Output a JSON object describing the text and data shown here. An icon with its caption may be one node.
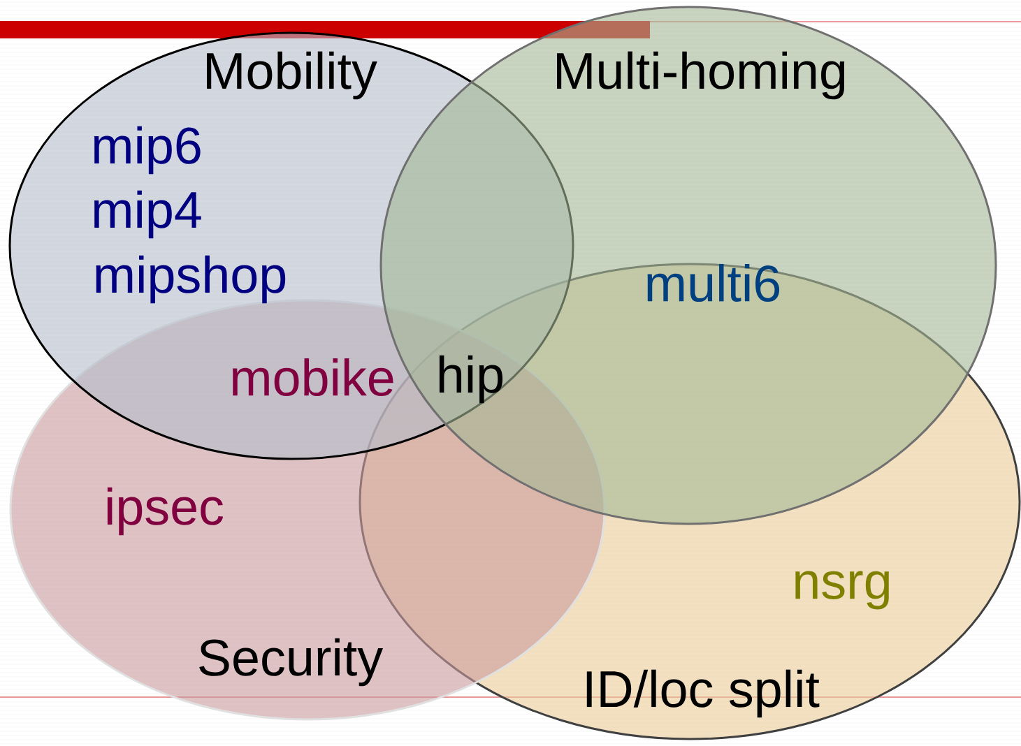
{
  "diagram": {
    "nodes": [
      {
        "text": [
          "Mobility"
        ]
      },
      {
        "text": [
          "Multi-homing"
        ]
      },
      {
        "text": [
          "Security"
        ]
      },
      {
        "text": [
          "ID/loc split"
        ]
      }
    ],
    "labels": [
      "mip6",
      "mip4",
      "mipshop",
      "multi6",
      "mobike",
      "hip",
      "ipsec",
      "nsrg"
    ]
  }
}
